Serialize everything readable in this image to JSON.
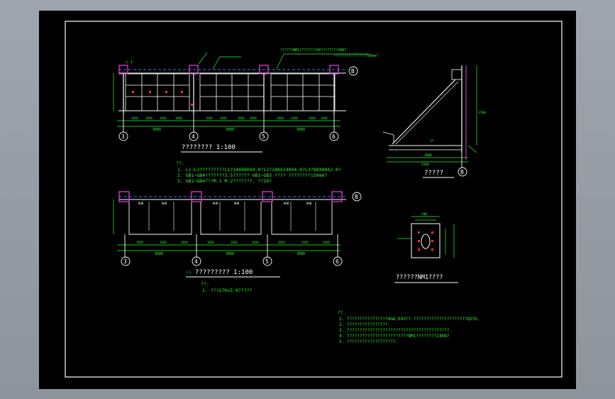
{
  "titles": {
    "elevation": "???????? 1:100",
    "plan": "????????? 1:100",
    "section": "?????",
    "embed": "??????NM1????"
  },
  "elev_sub": "L-1",
  "plan_sub": "1-1",
  "elev_callout": {
    "line1": "??????NM1????????40????????2007",
    "line2": "????????????????80mm?"
  },
  "notes1": {
    "head": "??:",
    "l1": "1. L1~L3?????????L1?140X80X4.0?L2?140X140X4.0?L3?80X80X2.0?",
    "l2": "2. GB1~GB4???????3.5?????? GB1~GB3 ???? ????????150mm?",
    "l3": "3. GB1~GB4???M-1 M-2???????. ??10?"
  },
  "notes2": {
    "head": "??:",
    "l1": "1. ???¢76x5.0?????"
  },
  "notes3": {
    "head": "??.",
    "l1": "1. ????????????????4mm.E43??.?????????????????????Q235.",
    "l2": "2. ????????????????.",
    "l3": "3. ????????????????????????????????????????.",
    "l4": "4. ????????????????????????NM1????????24KN?",
    "l5": "5. ???????????????????."
  },
  "axes": [
    "3",
    "4",
    "5",
    "6"
  ],
  "axis_b": "B",
  "dims": {
    "elev_total": [
      "3000",
      "3000",
      "3000"
    ],
    "plan_total": [
      "3000",
      "3000",
      "3000"
    ],
    "section_w": "4500",
    "section_w2": "3800",
    "section_h": "3780",
    "section_h2": "17",
    "embed_w": "200"
  },
  "colors": {
    "line": "#2ef52e",
    "frame": "#ffffff",
    "col": "#e23ad8",
    "dim": "#2ef52e",
    "dash": "#3a7bff"
  }
}
